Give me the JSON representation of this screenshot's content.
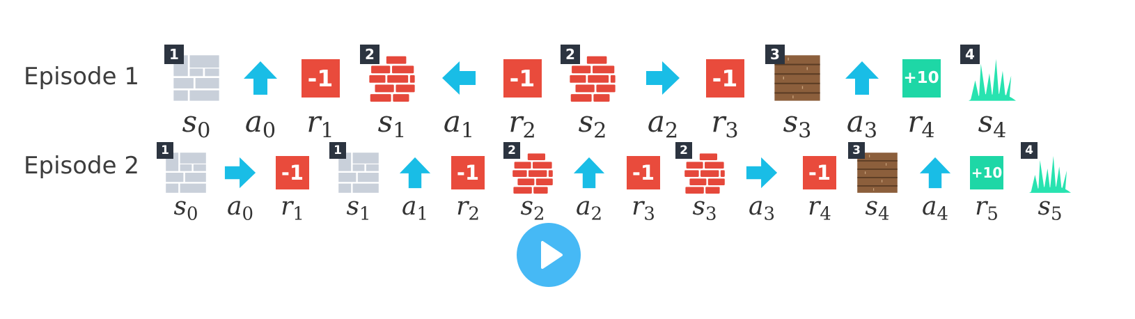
{
  "colors": {
    "reward_negative": "#e94b3c",
    "reward_positive": "#1ed7a6",
    "arrow": "#19bde6",
    "floor": "#c9d0da",
    "brick": "#e5483b",
    "wood": "#8c5f3c",
    "grass": "#28e3b0",
    "badge": "#2c3440",
    "play_button": "#46b9f5"
  },
  "episodes": [
    {
      "label": "Episode 1",
      "items": [
        {
          "kind": "state",
          "tile": "floor-tiles-icon",
          "badge": "1",
          "symbol": "s",
          "index": "0"
        },
        {
          "kind": "action",
          "direction": "up",
          "symbol": "a",
          "index": "0"
        },
        {
          "kind": "reward",
          "value": "-1",
          "symbol": "r",
          "index": "1"
        },
        {
          "kind": "state",
          "tile": "brick-wall-icon",
          "badge": "2",
          "symbol": "s",
          "index": "1"
        },
        {
          "kind": "action",
          "direction": "left",
          "symbol": "a",
          "index": "1"
        },
        {
          "kind": "reward",
          "value": "-1",
          "symbol": "r",
          "index": "2"
        },
        {
          "kind": "state",
          "tile": "brick-wall-icon",
          "badge": "2",
          "symbol": "s",
          "index": "2"
        },
        {
          "kind": "action",
          "direction": "right",
          "symbol": "a",
          "index": "2"
        },
        {
          "kind": "reward",
          "value": "-1",
          "symbol": "r",
          "index": "3"
        },
        {
          "kind": "state",
          "tile": "wood-planks-icon",
          "badge": "3",
          "symbol": "s",
          "index": "3"
        },
        {
          "kind": "action",
          "direction": "up",
          "symbol": "a",
          "index": "3"
        },
        {
          "kind": "reward",
          "value": "+10",
          "symbol": "r",
          "index": "4"
        },
        {
          "kind": "state",
          "tile": "grass-icon",
          "badge": "4",
          "symbol": "s",
          "index": "4"
        }
      ]
    },
    {
      "label": "Episode 2",
      "items": [
        {
          "kind": "state",
          "tile": "floor-tiles-icon",
          "badge": "1",
          "symbol": "s",
          "index": "0"
        },
        {
          "kind": "action",
          "direction": "right",
          "symbol": "a",
          "index": "0"
        },
        {
          "kind": "reward",
          "value": "-1",
          "symbol": "r",
          "index": "1"
        },
        {
          "kind": "state",
          "tile": "floor-tiles-icon",
          "badge": "1",
          "symbol": "s",
          "index": "1"
        },
        {
          "kind": "action",
          "direction": "up",
          "symbol": "a",
          "index": "1"
        },
        {
          "kind": "reward",
          "value": "-1",
          "symbol": "r",
          "index": "2"
        },
        {
          "kind": "state",
          "tile": "brick-wall-icon",
          "badge": "2",
          "symbol": "s",
          "index": "2"
        },
        {
          "kind": "action",
          "direction": "up",
          "symbol": "a",
          "index": "2"
        },
        {
          "kind": "reward",
          "value": "-1",
          "symbol": "r",
          "index": "3"
        },
        {
          "kind": "state",
          "tile": "brick-wall-icon",
          "badge": "2",
          "symbol": "s",
          "index": "3"
        },
        {
          "kind": "action",
          "direction": "right",
          "symbol": "a",
          "index": "3"
        },
        {
          "kind": "reward",
          "value": "-1",
          "symbol": "r",
          "index": "4"
        },
        {
          "kind": "state",
          "tile": "wood-planks-icon",
          "badge": "3",
          "symbol": "s",
          "index": "4"
        },
        {
          "kind": "action",
          "direction": "up",
          "symbol": "a",
          "index": "4"
        },
        {
          "kind": "reward",
          "value": "+10",
          "symbol": "r",
          "index": "5"
        },
        {
          "kind": "state",
          "tile": "grass-icon",
          "badge": "4",
          "symbol": "s",
          "index": "5"
        }
      ]
    }
  ],
  "player": {
    "button_icon": "play-icon"
  }
}
